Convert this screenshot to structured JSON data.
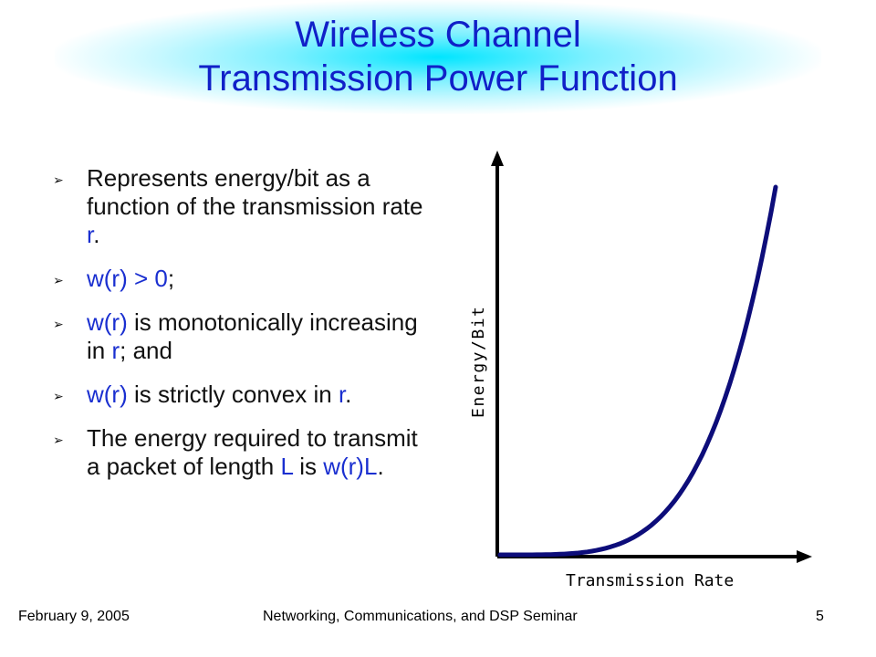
{
  "slide": {
    "title_line1": "Wireless Channel",
    "title_line2": "Transmission Power Function",
    "bullets": [
      {
        "parts": [
          {
            "t": "Represents energy/bit as a function of the transmission rate "
          },
          {
            "t": "r",
            "hl": true
          },
          {
            "t": "."
          }
        ]
      },
      {
        "parts": [
          {
            "t": "w(r) > 0",
            "hl": true
          },
          {
            "t": ";"
          }
        ]
      },
      {
        "parts": [
          {
            "t": "w(r)",
            "hl": true
          },
          {
            "t": " is monotonically increasing in "
          },
          {
            "t": "r",
            "hl": true
          },
          {
            "t": "; and"
          }
        ]
      },
      {
        "parts": [
          {
            "t": "w(r)",
            "hl": true
          },
          {
            "t": " is strictly convex in "
          },
          {
            "t": "r",
            "hl": true
          },
          {
            "t": "."
          }
        ]
      },
      {
        "parts": [
          {
            "t": "The energy required to transmit a packet of length "
          },
          {
            "t": "L",
            "hl": true
          },
          {
            "t": " is "
          },
          {
            "t": "w(r)L",
            "hl": true
          },
          {
            "t": "."
          }
        ]
      }
    ]
  },
  "chart_data": {
    "type": "line",
    "xlabel": "Transmission Rate",
    "ylabel": "Energy/Bit",
    "curve_shape": "convex increasing",
    "colors": {
      "curve": "#0d0d7a",
      "axes": "#000000"
    }
  },
  "footer": {
    "date": "February 9, 2005",
    "center": "Networking, Communications, and DSP Seminar",
    "page_number": "5"
  }
}
